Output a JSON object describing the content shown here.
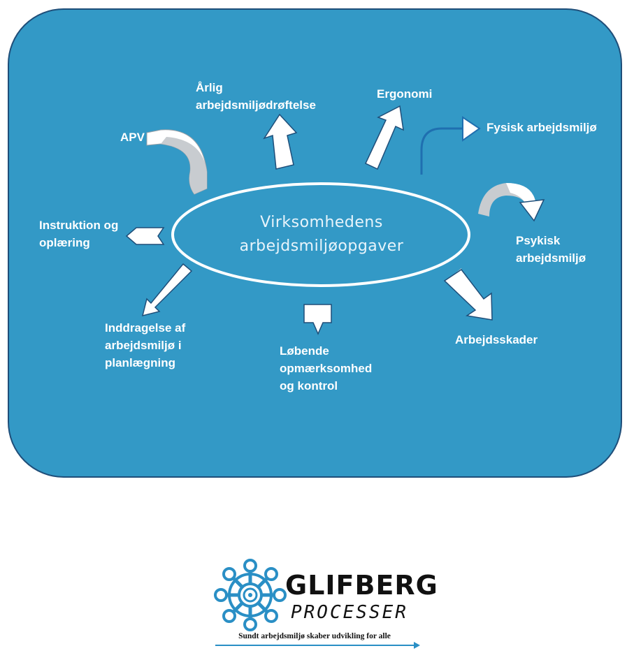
{
  "diagram": {
    "center": [
      "Virksomhedens",
      "arbejdsmiljøopgaver"
    ],
    "labels": {
      "aarlig": [
        "Årlig",
        "arbejdsmiljødrøftelse"
      ],
      "ergonomi": [
        "Ergonomi"
      ],
      "fysisk": [
        "Fysisk arbejdsmiljø"
      ],
      "apv": [
        "APV"
      ],
      "instruktion": [
        "Instruktion og",
        "oplæring"
      ],
      "psykisk": [
        "Psykisk",
        "arbejdsmiljø"
      ],
      "inddragelse": [
        "Inddragelse af",
        "arbejdsmiljø i",
        "planlægning"
      ],
      "loebende": [
        "Løbende",
        "opmærksomhed",
        "og kontrol"
      ],
      "arbejdsskader": [
        "Arbejdsskader"
      ]
    },
    "colors": {
      "panel": "#3399c6",
      "border": "#1f4e79",
      "arrow": "#ffffff",
      "arrow_shade": "#c8ccd0"
    }
  },
  "logo": {
    "name": "GLIFBERG",
    "subtitle": "PROCESSER",
    "tagline": "Sundt arbejdsmiljø skaber udvikling for alle",
    "icon": "network-wheel-icon",
    "color": "#2a8fc5"
  }
}
